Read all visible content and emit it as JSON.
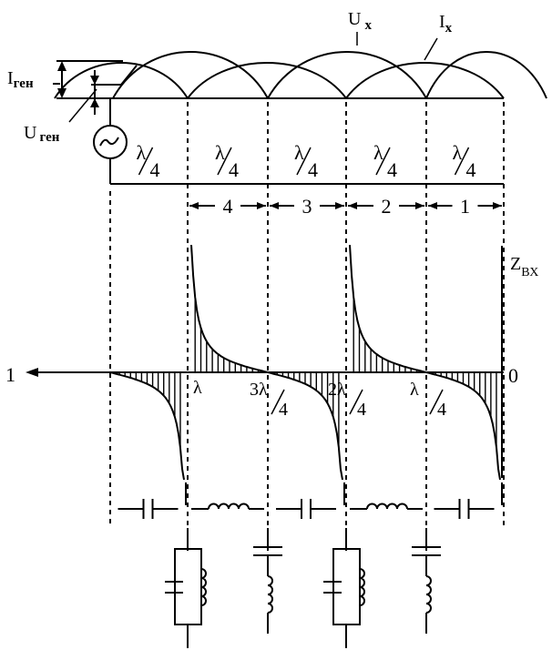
{
  "figure": {
    "labels": {
      "voltage_wave": "U",
      "voltage_wave_sub": "x",
      "current_wave": "I",
      "current_wave_sub": "x",
      "generator_current": "I",
      "generator_current_sub": "ген",
      "generator_voltage": "U",
      "generator_voltage_sub": "ген",
      "impedance_axis": "Z",
      "impedance_axis_sub": "ВХ",
      "axis_left_end": "1",
      "axis_right_end": "0"
    },
    "quarter_wave_label": {
      "num": "λ",
      "den": "4"
    },
    "segments": [
      {
        "section": "",
        "length_num": "λ",
        "length_den": "4"
      },
      {
        "section": "4",
        "length_num": "λ",
        "length_den": "4"
      },
      {
        "section": "3",
        "length_num": "λ",
        "length_den": "4"
      },
      {
        "section": "2",
        "length_num": "λ",
        "length_den": "4"
      },
      {
        "section": "1",
        "length_num": "λ",
        "length_den": "4"
      }
    ],
    "distance_marks": [
      {
        "prefix": "λ",
        "frac": false
      },
      {
        "prefix": "3λ",
        "den": "4",
        "frac": true
      },
      {
        "prefix": "2λ",
        "den": "4",
        "frac": true
      },
      {
        "prefix": "λ",
        "den": "4",
        "frac": true
      }
    ],
    "series_equivalents": [
      "capacitor",
      "inductor",
      "capacitor",
      "inductor",
      "capacitor"
    ],
    "shunt_equivalents": [
      "parallel-LC",
      "series-LC",
      "parallel-LC",
      "series-LC"
    ]
  }
}
